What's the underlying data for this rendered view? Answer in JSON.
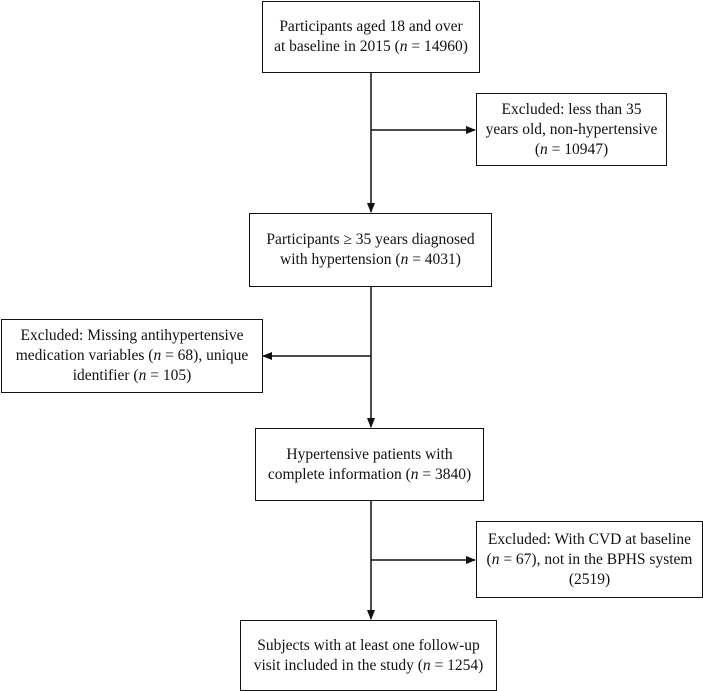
{
  "flowchart": {
    "boxes": [
      {
        "id": "baseline",
        "lines": [
          {
            "pre": "Participants aged 18 and over",
            "n": "",
            "post": ""
          },
          {
            "pre": "at baseline in 2015 (",
            "n": "n",
            "post": " = 14960)"
          }
        ]
      },
      {
        "id": "excluded-1",
        "lines": [
          {
            "pre": "Excluded: less than 35",
            "n": "",
            "post": ""
          },
          {
            "pre": "years old, non-hypertensive",
            "n": "",
            "post": ""
          },
          {
            "pre": "(",
            "n": "n",
            "post": " = 10947)"
          }
        ]
      },
      {
        "id": "hypertension",
        "lines": [
          {
            "pre": "Participants ≥ 35 years diagnosed",
            "n": "",
            "post": ""
          },
          {
            "pre": "with hypertension (",
            "n": "n",
            "post": " = 4031)"
          }
        ]
      },
      {
        "id": "excluded-2",
        "lines": [
          {
            "pre": "Excluded: Missing antihypertensive",
            "n": "",
            "post": ""
          },
          {
            "pre": "medication variables (",
            "n": "n",
            "post": " = 68), unique"
          },
          {
            "pre": "identifier (",
            "n": "n",
            "post": " = 105)"
          }
        ]
      },
      {
        "id": "complete-info",
        "lines": [
          {
            "pre": "Hypertensive patients with",
            "n": "",
            "post": ""
          },
          {
            "pre": "complete information (",
            "n": "n",
            "post": " = 3840)"
          }
        ]
      },
      {
        "id": "excluded-3",
        "lines": [
          {
            "pre": "Excluded: With CVD at baseline",
            "n": "",
            "post": ""
          },
          {
            "pre": "(",
            "n": "n",
            "post": " = 67), not in the BPHS system"
          },
          {
            "pre": "(2519)",
            "n": "",
            "post": ""
          }
        ]
      },
      {
        "id": "final",
        "lines": [
          {
            "pre": "Subjects with at least one follow-up",
            "n": "",
            "post": ""
          },
          {
            "pre": "visit included in the study (",
            "n": "n",
            "post": " = 1254)"
          }
        ]
      }
    ]
  }
}
